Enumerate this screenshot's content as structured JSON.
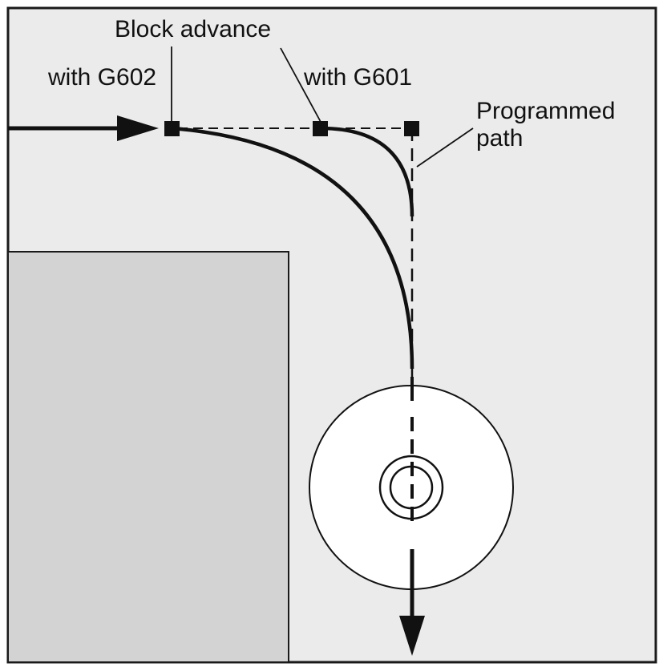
{
  "labels": {
    "block_advance": "Block advance",
    "with_g602": "with G602",
    "with_g601": "with G601",
    "programmed_path_line1": "Programmed",
    "programmed_path_line2": "path"
  },
  "colors": {
    "background": "#ebebeb",
    "frame": "#1a1a1a",
    "workpiece": "#d3d3d3",
    "tool": "#ffffff",
    "line": "#111111"
  },
  "icons": {
    "tool": "grinding-wheel-icon",
    "direction": "arrow-icon",
    "block_point": "square-marker-icon"
  }
}
